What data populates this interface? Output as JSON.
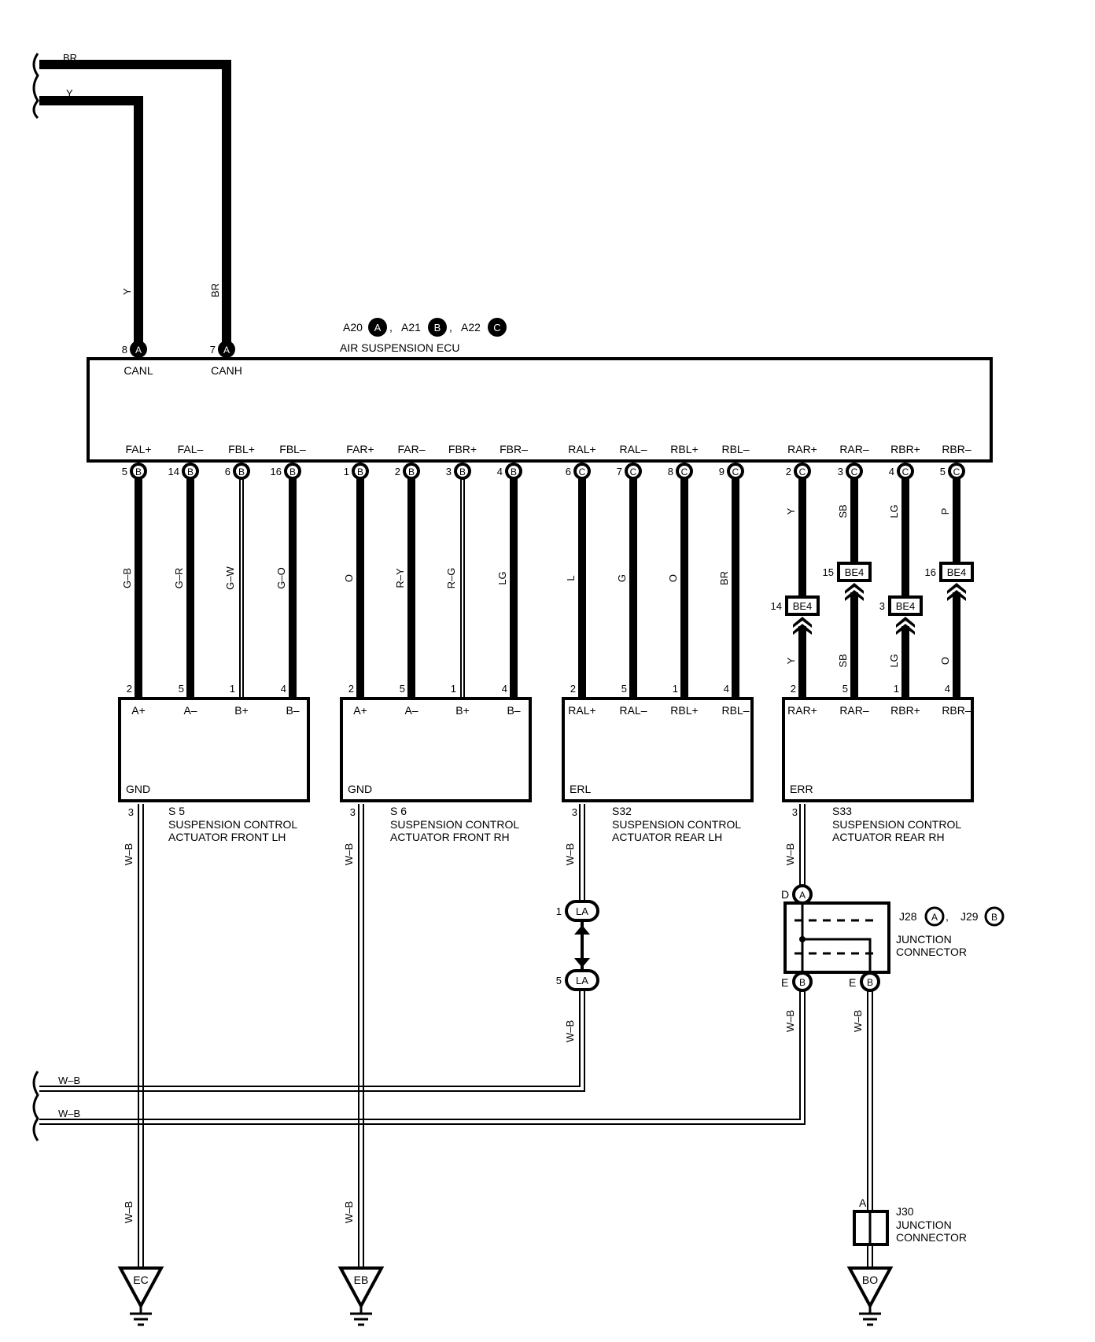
{
  "ecu": {
    "id_a": "A20",
    "id_b": "A21",
    "id_c": "A22",
    "badge_a": "A",
    "badge_b": "B",
    "badge_c": "C",
    "name": "AIR SUSPENSION ECU",
    "can_pins": [
      {
        "pin": "8",
        "badge": "A",
        "name": "CANL",
        "color": "Y"
      },
      {
        "pin": "7",
        "badge": "A",
        "name": "CANH",
        "color": "BR"
      }
    ],
    "pins": [
      {
        "name": "FAL+",
        "pin": "5",
        "badge": "B",
        "color": "G–B"
      },
      {
        "name": "FAL–",
        "pin": "14",
        "badge": "B",
        "color": "G–R"
      },
      {
        "name": "FBL+",
        "pin": "6",
        "badge": "B",
        "color": "G–W"
      },
      {
        "name": "FBL–",
        "pin": "16",
        "badge": "B",
        "color": "G–O"
      },
      {
        "name": "FAR+",
        "pin": "1",
        "badge": "B",
        "color": "O"
      },
      {
        "name": "FAR–",
        "pin": "2",
        "badge": "B",
        "color": "R–Y"
      },
      {
        "name": "FBR+",
        "pin": "3",
        "badge": "B",
        "color": "R–G"
      },
      {
        "name": "FBR–",
        "pin": "4",
        "badge": "B",
        "color": "LG"
      },
      {
        "name": "RAL+",
        "pin": "6",
        "badge": "C",
        "color": "L"
      },
      {
        "name": "RAL–",
        "pin": "7",
        "badge": "C",
        "color": "G"
      },
      {
        "name": "RBL+",
        "pin": "8",
        "badge": "C",
        "color": "O"
      },
      {
        "name": "RBL–",
        "pin": "9",
        "badge": "C",
        "color": "BR"
      },
      {
        "name": "RAR+",
        "pin": "2",
        "badge": "C",
        "color": "Y"
      },
      {
        "name": "RAR–",
        "pin": "3",
        "badge": "C",
        "color": "SB"
      },
      {
        "name": "RBR+",
        "pin": "4",
        "badge": "C",
        "color": "LG"
      },
      {
        "name": "RBR–",
        "pin": "5",
        "badge": "C",
        "color": "P"
      }
    ]
  },
  "harness_left": {
    "top_wires": [
      "BR",
      "Y"
    ],
    "bottom_wires": [
      "W–B",
      "W–B"
    ]
  },
  "be4": [
    {
      "label": "BE4",
      "pin": "14",
      "lower_color": "Y"
    },
    {
      "label": "BE4",
      "pin": "15",
      "lower_color": "SB"
    },
    {
      "label": "BE4",
      "pin": "3",
      "lower_color": "LG"
    },
    {
      "label": "BE4",
      "pin": "16",
      "lower_color": "O"
    }
  ],
  "actuators": [
    {
      "id": "S 5",
      "name1": "SUSPENSION CONTROL",
      "name2": "ACTUATOR FRONT LH",
      "gnd": "GND",
      "gnd_pin": "3",
      "pins": [
        {
          "n": "2",
          "l": "A+"
        },
        {
          "n": "5",
          "l": "A–"
        },
        {
          "n": "1",
          "l": "B+"
        },
        {
          "n": "4",
          "l": "B–"
        }
      ]
    },
    {
      "id": "S 6",
      "name1": "SUSPENSION CONTROL",
      "name2": "ACTUATOR FRONT RH",
      "gnd": "GND",
      "gnd_pin": "3",
      "pins": [
        {
          "n": "2",
          "l": "A+"
        },
        {
          "n": "5",
          "l": "A–"
        },
        {
          "n": "1",
          "l": "B+"
        },
        {
          "n": "4",
          "l": "B–"
        }
      ]
    },
    {
      "id": "S32",
      "name1": "SUSPENSION CONTROL",
      "name2": "ACTUATOR REAR LH",
      "gnd": "ERL",
      "gnd_pin": "3",
      "pins": [
        {
          "n": "2",
          "l": "RAL+"
        },
        {
          "n": "5",
          "l": "RAL–"
        },
        {
          "n": "1",
          "l": "RBL+"
        },
        {
          "n": "4",
          "l": "RBL–"
        }
      ]
    },
    {
      "id": "S33",
      "name1": "SUSPENSION CONTROL",
      "name2": "ACTUATOR REAR RH",
      "gnd": "ERR",
      "gnd_pin": "3",
      "pins": [
        {
          "n": "2",
          "l": "RAR+"
        },
        {
          "n": "5",
          "l": "RAR–"
        },
        {
          "n": "1",
          "l": "RBR+"
        },
        {
          "n": "4",
          "l": "RBR–"
        }
      ]
    }
  ],
  "ground_wire_color": "W–B",
  "la": {
    "label": "LA",
    "pin_top": "1",
    "pin_bottom": "5"
  },
  "j28": {
    "id_a": "J28",
    "id_b": "J29",
    "badge_a": "A",
    "badge_b": "B",
    "name1": "JUNCTION",
    "name2": "CONNECTOR",
    "pin_d": "D",
    "pin_e1": "E",
    "pin_e2": "E"
  },
  "j30": {
    "id": "J30",
    "name1": "JUNCTION",
    "name2": "CONNECTOR",
    "pin": "A"
  },
  "grounds": [
    "EC",
    "EB",
    "BO"
  ]
}
